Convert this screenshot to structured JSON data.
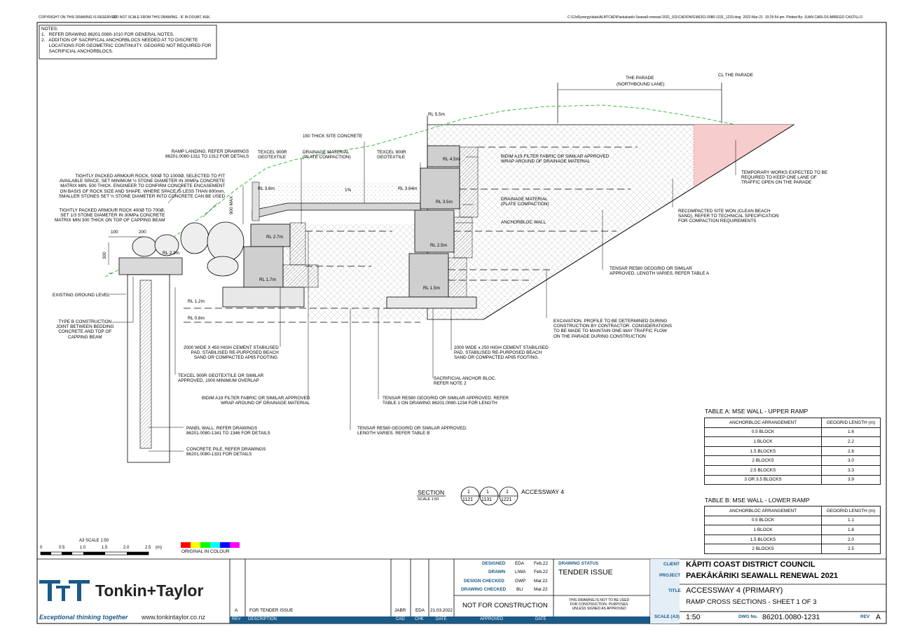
{
  "header": {
    "copyright": "COPYRIGHT ON THIS DRAWING IS RESERVED",
    "no_scale": "DO NOT SCALE FROM THIS DRAWING - IF IN DOUBT, ASK.",
    "filepath": "C:\\12dSynergy\\data\\ALBTCAD\\Paekakariki Seawall renewal 2021_911\\CAD\\DWG\\86201.0080-1231_1233.dwg  2022-Mar-21  10:25:54 pm  Plotted By: JUAN CARLOS ABREGO CASTILLO"
  },
  "notes": {
    "title": "NOTES:",
    "lines": [
      "1.   REFER DRAWING 86201.0080-1010 FOR GENERAL NOTES.",
      "2.   ADDITION OF SACRIFICAL ANCHORBLOCS NEEDED AT TO DISCRETE",
      "      LOCATIONS FOR GEOMETRIC CONTINUITY. GEOGRID NOT REQUIRED FOR",
      "      SACRIFICIAL ANCHORBLOCS."
    ]
  },
  "labels": {
    "parade": "THE PARADE",
    "northbound": "(NORTHBOUND LANE)",
    "cl_parade": "CL THE PARADE",
    "rl55": "RL 5.5m",
    "site_concrete": "150 THICK SITE CONCRETE",
    "ramp_landing": "RAMP LANDING. REFER DRAWINGS\n86201.0080-1311 TO 1312 FOR DETAILS",
    "texcel1": "TEXCEL 900R\nGEOTEXTILE",
    "drainage1": "DRAINAGE MATERIAL\n(PLATE COMPACTION)",
    "texcel2": "TEXCEL 900R\nGEOTEXTILE",
    "bidim_top": "BIDIM A19 FILTER FABRIC OR SIMILAR APPROVED\nWRAP AROUND OF DRAINAGE MATERIAL",
    "temp_works": "TEMPORARY WORKS EXPECTED TO BE\nREQUIRED TO KEEP ONE LANE OF\nTRAFFIC OPEN ON THE PARADE",
    "armour1": "TIGHTLY PACKED ARMOUR ROCK, 500Ø TO 1000Ø, SELECTED TO FIT\nAVAILABLE SPACE, SET MINIMUM ½ STONE DIAMETER IN 30MPa CONCRETE\nMATRIX MIN. 500 THICK. ENGINEER TO CONFIRM CONCRETE ENCASEMENT\nON BASIS OF ROCK SIZE AND SHAPE. WHERE SPACE IS LESS THAN 800mm,\nSMALLER STONES SET ½ STONE DIAMETER INTO CONCRETE CAN BE USED",
    "armour2": "TIGHTLY PACKED ARMOUR ROCK 400Ø TO 700Ø,\nSET 1/3 STONE DIAMETER IN 30MPa CONCRETE\nMATRIX MIN 300 THICK ON TOP OF CAPPING BEAM",
    "rl38": "RL 3.8m",
    "pct1": "1%",
    "rl364": "RL 3.64m",
    "rl45": "RL 4.5m",
    "rl35": "RL 3.5m",
    "drainage2": "DRAINAGE MATERIAL\n(PLATE COMPACTION)",
    "anchorbloc": "ANCHORBLOC WALL",
    "recompacted": "RECOMPACTED SITE WON (CLEAN BEACH\nSAND), REFER TO TECHNICAL SPECIFICATION\nFOR COMPACTION REQUIREMENTS",
    "max900": "900 MAX",
    "dim100": "100",
    "dim200": "200",
    "dim300": "300",
    "rl27": "RL 2.7m",
    "rl25": "RL 2.5m",
    "rl23": "RL 2.3m",
    "rl17": "RL 1.7m",
    "rl15": "RL 1.5m",
    "tensar_a": "TENSAR RE580 GEOGRID OR SIMILAR\nAPPROVED. LENGTH VARIES, REFER TABLE A",
    "existing": "EXISTING GROUND LEVEL",
    "rl12": "RL 1.2m",
    "rl08": "RL 0.8m",
    "excavation": "EXCAVATION. PROFILE TO BE DETERMINED DURING\nCONSTRUCTION BY CONTRACTOR. CONSIDERATIONS\nTO BE MADE TO MAINTAIN ONE-WAY TRAFFIC FLOW\nON THE PARADE DURING CONSTRUCTION",
    "typeb": "TYPE B CONSTRUCTION\nJOINT BETWEEN BEDDING\nCONCRETE AND TOP OF\nCAPPING BEAM",
    "pad450": "2000 WIDE X 450 HIGH CEMENT STABILISED\nPAD. STABILISED RE-PURPOSED BEACH\nSAND OR COMPACTED AP65 FOOTING.",
    "pad250": "2000 WIDE x 250 HIGH CEMENT STABILISED\nPAD. STABILISED RE-PURPOSED BEACH\nSAND OR COMPACTED AP65 FOOTING.",
    "texcel_overlap": "TEXCEL 900R GEOTEXTILE OR SIMILAR\nAPPROVED, 1000 MINIMUM OVERLAP",
    "sacrificial": "SACRIFICIAL ANCHOR BLOC.\nREFER NOTE 2",
    "bidim_low": "BIDIM A19 FILTER FABRIC OR SIMILAR APPROVED\nWRAP AROUND OF DRAINAGE MATERIAL",
    "tensar_t1": "TENSAR RE580 GEOGRID OR SIMILAR APPROVED. REFER\nTABLE 1 ON DRAWING 86201.0080-1234 FOR LENGTH",
    "tensar_b": "TENSAR RE580 GEOGRID OR SIMILAR APPROVED.\nLENGTH VARIES. REFER TABLE B",
    "panel": "PANEL WALL. REFER DRAWINGS\n86201.0080-1341 TO 1346 FOR DETAILS",
    "pile": "CONCRETE PILE. REFER DRAWINGS\n86201.0080-1331 FOR DETAILS"
  },
  "section": {
    "label": "SECTION",
    "scale": "SCALE 1:50",
    "bubbles": [
      {
        "top": "1",
        "bottom": "1121"
      },
      {
        "top": "1",
        "bottom": "1131"
      },
      {
        "top": "1",
        "bottom": "1221"
      }
    ],
    "name": "ACCESSWAY 4"
  },
  "scalebar": {
    "title": "A3 SCALE 1:50",
    "ticks": [
      "0",
      "0.5",
      "1.0",
      "1.5",
      "2.0",
      "2.5",
      "(m)"
    ],
    "original_colour": "ORIGINAL IN COLOUR",
    "swatches": [
      "#ff0000",
      "#ffff00",
      "#00ff00",
      "#00ffff",
      "#0000ff",
      "#ff00ff"
    ]
  },
  "table_a": {
    "title": "TABLE A: MSE WALL - UPPER RAMP",
    "headers": [
      "ANCHORBLOC ARRANGEMENT",
      "GEOGRID LENGTH (m)"
    ],
    "rows": [
      [
        "0.5 BLOCK",
        "1.6"
      ],
      [
        "1 BLOCK",
        "2.2"
      ],
      [
        "1.5 BLOCKS",
        "2.6"
      ],
      [
        "2 BLOCKS",
        "3.0"
      ],
      [
        "2.5 BLOCKS",
        "3.3"
      ],
      [
        "3 OR 3.5 BLOCKS",
        "3.9"
      ]
    ]
  },
  "table_b": {
    "title": "TABLE B: MSE WALL - LOWER RAMP",
    "headers": [
      "ANCHORBLOC ARRANGEMENT",
      "GEOGRID LENGTH (m)"
    ],
    "rows": [
      [
        "0.5 BLOCK",
        "1.1"
      ],
      [
        "1 BLOCK",
        "1.6"
      ],
      [
        "1.5 BLOCKS",
        "2.0"
      ],
      [
        "2 BLOCKS",
        "2.5"
      ]
    ]
  },
  "titleblock": {
    "company": "Tonkin+Taylor",
    "tagline": "Exceptional thinking together",
    "website": "www.tonkintaylor.co.nz",
    "rev_row": {
      "rev": "A",
      "desc": "FOR TENDER ISSUE",
      "cad": "JABR",
      "chk": "EDA",
      "date": "21.03.2022"
    },
    "rev_headers": [
      "REV",
      "DESCRIPTION",
      "CAD",
      "CHK",
      "DATE",
      "APPROVED",
      "DATE"
    ],
    "designed": {
      "label": "DESIGNED",
      "who": "EDA",
      "date": "Feb.22"
    },
    "drawn": {
      "label": "DRAWN",
      "who": "LIWA",
      "date": "Feb.22"
    },
    "design_checked": {
      "label": "DESIGN CHECKED",
      "who": "GWP",
      "date": "Mar.22"
    },
    "drawing_checked": {
      "label": "DRAWING CHECKED",
      "who": "BLI",
      "date": "Mar.22"
    },
    "status_label": "DRAWING STATUS",
    "status": "TENDER ISSUE",
    "not_construction": "NOT FOR CONSTRUCTION",
    "not_valid": "THIS DRAWING IS NOT TO BE USED\nFOR CONSTRUCTION  PURPOSES\nUNLESS SIGNED AS APPROVED",
    "client_label": "CLIENT",
    "client": "KĀPITI COAST DISTRICT COUNCIL",
    "project_label": "PROJECT",
    "project": "PAEKĀKĀRIKI SEAWALL RENEWAL 2021",
    "title_label": "TITLE",
    "title1": "ACCESSWAY 4 (PRIMARY)",
    "title2": "RAMP CROSS SECTIONS - SHEET 1 OF 3",
    "scale_label": "SCALE (A3)",
    "scale": "1:50",
    "dwg_label": "DWG No.",
    "dwg": "86201.0080-1231",
    "rev_label": "REV",
    "rev": "A"
  }
}
